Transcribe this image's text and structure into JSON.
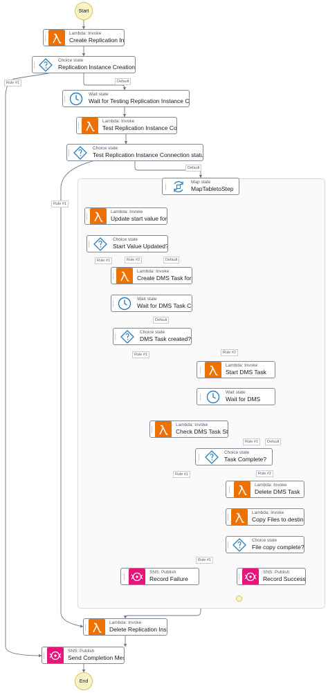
{
  "terminals": {
    "start": "Start",
    "end": "End"
  },
  "states": {
    "create_replication_instance": {
      "kind": "Lambda: Invoke",
      "name": "Create Replication Instance",
      "icon": "lambda-icon"
    },
    "replication_status_choice": {
      "kind": "Choice state",
      "name": "Replication Instance Creation Status?",
      "icon": "choice-icon"
    },
    "wait_testing_connection": {
      "kind": "Wait state",
      "name": "Wait for Testing Replication Instance Connection",
      "icon": "wait-icon"
    },
    "test_connection": {
      "kind": "Lambda: Invoke",
      "name": "Test Replication Instance Connection",
      "icon": "lambda-icon"
    },
    "connection_status_choice": {
      "kind": "Choice state",
      "name": "Test Replication Instance Connection status?",
      "icon": "choice-icon"
    },
    "map_step": {
      "kind": "Map state",
      "name": "MapTabletoStep",
      "icon": "map-icon"
    },
    "update_start_value": {
      "kind": "Lambda: Invoke",
      "name": "Update start value for table",
      "icon": "lambda-icon"
    },
    "start_value_choice": {
      "kind": "Choice state",
      "name": "Start Value Updated?",
      "icon": "choice-icon"
    },
    "create_dms_task": {
      "kind": "Lambda: Invoke",
      "name": "Create DMS Task for table",
      "icon": "lambda-icon"
    },
    "wait_dms_creation": {
      "kind": "Wait state",
      "name": "Wait for DMS Task Creation",
      "icon": "wait-icon"
    },
    "dms_created_choice": {
      "kind": "Choice state",
      "name": "DMS Task created?",
      "icon": "choice-icon"
    },
    "start_dms_task": {
      "kind": "Lambda: Invoke",
      "name": "Start DMS Task",
      "icon": "lambda-icon"
    },
    "wait_dms": {
      "kind": "Wait state",
      "name": "Wait for DMS",
      "icon": "wait-icon"
    },
    "check_dms_status": {
      "kind": "Lambda: Invoke",
      "name": "Check DMS Task Status",
      "icon": "lambda-icon"
    },
    "task_complete_choice": {
      "kind": "Choice state",
      "name": "Task Complete?",
      "icon": "choice-icon"
    },
    "delete_dms_task": {
      "kind": "Lambda: Invoke",
      "name": "Delete DMS Task",
      "icon": "lambda-icon"
    },
    "copy_files": {
      "kind": "Lambda: Invoke",
      "name": "Copy Files to destination",
      "icon": "lambda-icon"
    },
    "file_copy_choice": {
      "kind": "Choice state",
      "name": "File copy complete?",
      "icon": "choice-icon"
    },
    "record_failure": {
      "kind": "SNS: Publish",
      "name": "Record Failure",
      "icon": "sns-icon"
    },
    "record_success": {
      "kind": "SNS: Publish",
      "name": "Record Success",
      "icon": "sns-icon"
    },
    "delete_replication_instance": {
      "kind": "Lambda: Invoke",
      "name": "Delete Replication Instance",
      "icon": "lambda-icon"
    },
    "send_completion_message": {
      "kind": "SNS: Publish",
      "name": "Send Completion Message",
      "icon": "sns-icon"
    }
  },
  "edge_labels": {
    "rule1": "Rule #1",
    "rule2": "Rule #2",
    "default": "Default"
  },
  "colors": {
    "lambda": "#ed7100",
    "sns": "#e7157b",
    "flow_icon": "#2b7bb9",
    "terminal": "#faf3c8",
    "edge": "#6b7785"
  }
}
